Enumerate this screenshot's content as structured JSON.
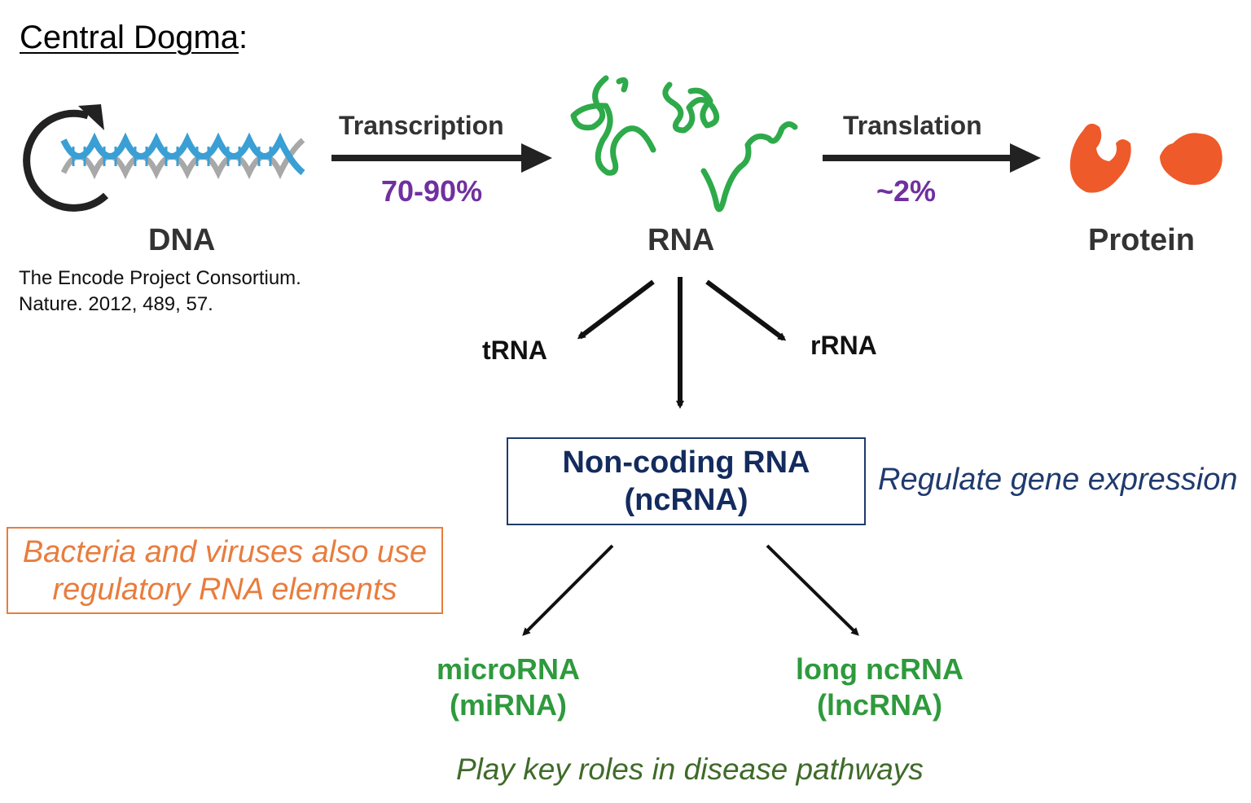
{
  "title": {
    "text": "Central Dogma",
    "suffix": ":"
  },
  "dna": {
    "label": "DNA",
    "citation_line1": "The Encode Project Consortium.",
    "citation_line2": "Nature. 2012, 489, 57."
  },
  "transcription": {
    "label": "Transcription",
    "percent": "70-90%"
  },
  "rna": {
    "label": "RNA"
  },
  "translation": {
    "label": "Translation",
    "percent": "~2%"
  },
  "protein": {
    "label": "Protein"
  },
  "trna": {
    "label": "tRNA"
  },
  "rrna": {
    "label": "rRNA"
  },
  "ncrna": {
    "line1": "Non-coding RNA",
    "line2": "(ncRNA)",
    "note": "Regulate gene expression"
  },
  "bacteria": {
    "line1": "Bacteria and viruses also use",
    "line2": "regulatory RNA elements"
  },
  "mirna": {
    "line1": "microRNA",
    "line2": "(miRNA)"
  },
  "lncrna": {
    "line1": "long ncRNA",
    "line2": "(lncRNA)"
  },
  "disease_note": "Play key roles in disease pathways",
  "colors": {
    "dna_helix": "#3a9fd4",
    "dna_backbone": "#a8a8a8",
    "rna": "#2eaa4a",
    "protein": "#ee5a2a",
    "percent": "#7030a0",
    "ncrna_text": "#132b5e",
    "bacteria": "#e87d3e",
    "green_label": "#2e9a3c",
    "disease_note": "#3f6b2a"
  }
}
